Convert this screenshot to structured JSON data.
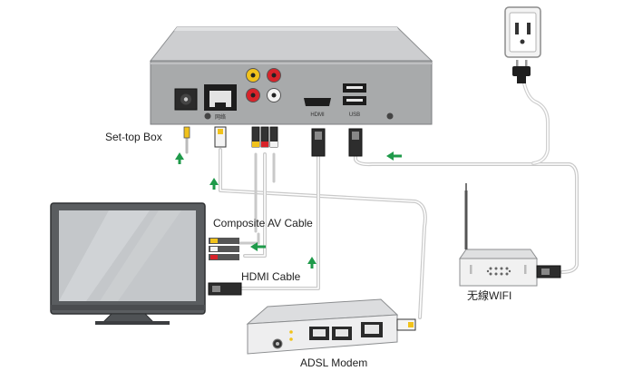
{
  "labels": {
    "set_top_box": "Set-top Box",
    "composite_av_cable": "Composite AV Cable",
    "hdmi_cable": "HDMI Cable",
    "adsl_modem": "ADSL Modem",
    "wifi": "无線WIFI"
  },
  "ports": {
    "lan": "网络",
    "hdmi": "HDMI",
    "usb": "USB"
  },
  "colors": {
    "arrow": "#1f9a4a",
    "device_gray": "#a9abac",
    "device_top": "#cfd0d1",
    "cable": "#d8d8d8",
    "av_yellow": "#f1c21b",
    "av_red": "#d8232a",
    "av_white": "#f2f2f2",
    "tv_frame": "#5a5d60",
    "tv_screen": "#c4c7ca",
    "wall_plate": "#f3f3f3"
  },
  "icons": [
    "wall-outlet-icon",
    "power-plug-icon",
    "tv-icon",
    "wifi-router-icon",
    "adsl-modem-icon",
    "set-top-box-icon"
  ]
}
